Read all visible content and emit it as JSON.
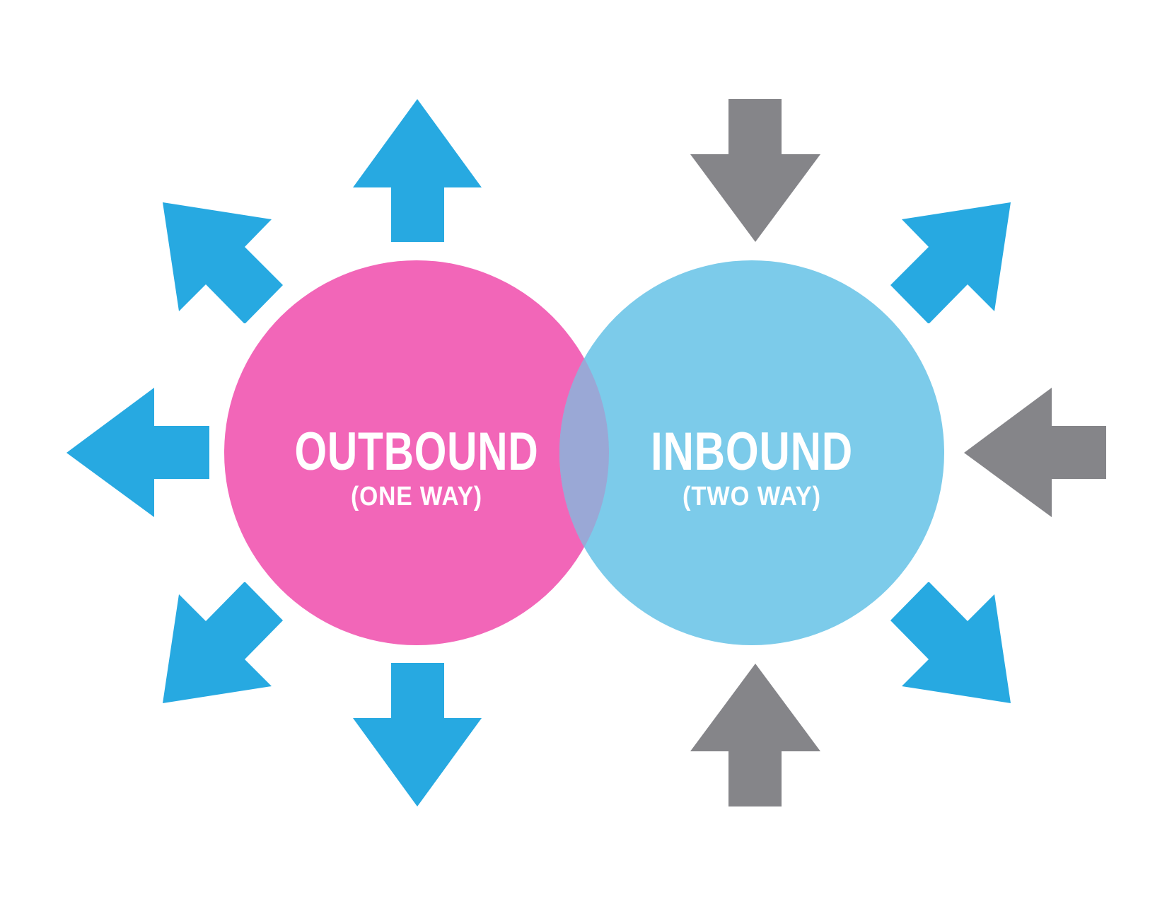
{
  "colors": {
    "background": "#ffffff",
    "outbound_circle": "#f266b8",
    "inbound_circle": "#7ccbea",
    "overlap": "#9aa8d6",
    "outward_arrow": "#27a9e1",
    "inward_arrow": "#858589",
    "label_text": "#ffffff"
  },
  "outbound": {
    "title": "OUTBOUND",
    "subtitle": "(ONE WAY)",
    "arrows": [
      {
        "direction": "up",
        "kind": "outward"
      },
      {
        "direction": "up-left",
        "kind": "outward"
      },
      {
        "direction": "left",
        "kind": "outward"
      },
      {
        "direction": "down-left",
        "kind": "outward"
      },
      {
        "direction": "down",
        "kind": "outward"
      }
    ]
  },
  "inbound": {
    "title": "INBOUND",
    "subtitle": "(TWO WAY)",
    "arrows": [
      {
        "direction": "down",
        "kind": "inward"
      },
      {
        "direction": "up-right",
        "kind": "outward"
      },
      {
        "direction": "left",
        "kind": "inward"
      },
      {
        "direction": "down-right",
        "kind": "outward"
      },
      {
        "direction": "up",
        "kind": "inward"
      }
    ]
  }
}
